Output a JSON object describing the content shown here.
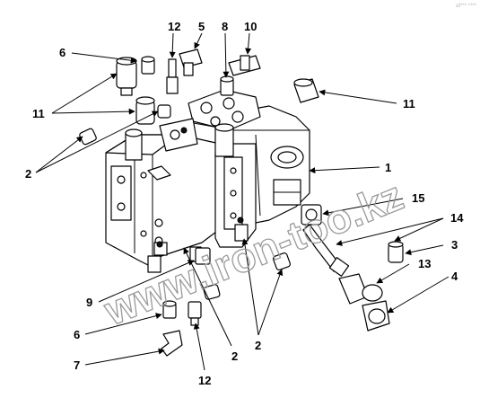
{
  "watermark": "www.iron-too.kz",
  "corner_mark": "af*** ****",
  "callouts": {
    "c1": "1",
    "c2a": "2",
    "c2b": "2",
    "c2c": "2",
    "c3": "3",
    "c4": "4",
    "c5": "5",
    "c6a": "6",
    "c6b": "6",
    "c7": "7",
    "c8": "8",
    "c9": "9",
    "c10": "10",
    "c11a": "11",
    "c11b": "11",
    "c12a": "12",
    "c12b": "12",
    "c13": "13",
    "c14": "14",
    "c15": "15"
  }
}
